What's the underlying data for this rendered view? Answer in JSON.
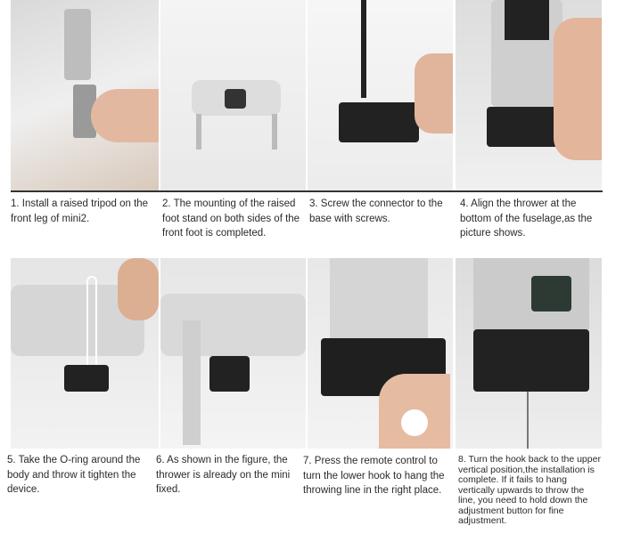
{
  "steps": [
    {
      "caption": "1. Install a raised tripod on the front leg of mini2."
    },
    {
      "caption": "2. The mounting of the raised foot stand on both sides of the front foot is completed."
    },
    {
      "caption": "3. Screw the connector to the base with screws."
    },
    {
      "caption": "4. Align the thrower at the bottom of the fuselage,as the picture shows."
    },
    {
      "caption": "5. Take the O-ring around the body and throw it tighten the device."
    },
    {
      "caption": "6. As shown in the figure, the thrower is already on the mini fixed."
    },
    {
      "caption": "7. Press the remote control to turn the lower hook to  hang the throwing line in the right place."
    },
    {
      "caption": "8. Turn the hook back to the upper vertical position,the installation is complete. If it fails to hang vertically upwards to throw the line, you need to hold down the adjustment button for fine adjustment."
    }
  ]
}
